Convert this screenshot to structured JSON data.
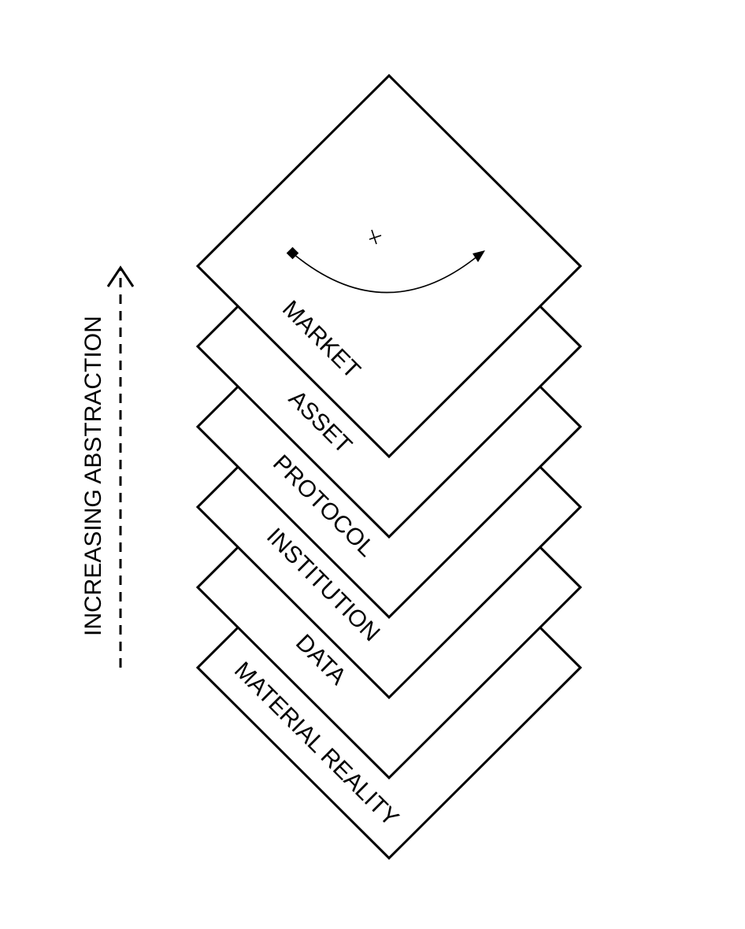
{
  "axis": {
    "label": "INCREASING ABSTRACTION",
    "direction": "up"
  },
  "layers": [
    {
      "id": "material-reality",
      "label": "MATERIAL REALITY"
    },
    {
      "id": "data",
      "label": "DATA"
    },
    {
      "id": "institution",
      "label": "INSTITUTION"
    },
    {
      "id": "protocol",
      "label": "PROTOCOL"
    },
    {
      "id": "asset",
      "label": "ASSET"
    },
    {
      "id": "market",
      "label": "MARKET"
    }
  ],
  "colors": {
    "stroke": "#000000",
    "fill": "#ffffff"
  },
  "market_symbol": {
    "description_icon": "curved-arrow-with-marker-icon"
  }
}
